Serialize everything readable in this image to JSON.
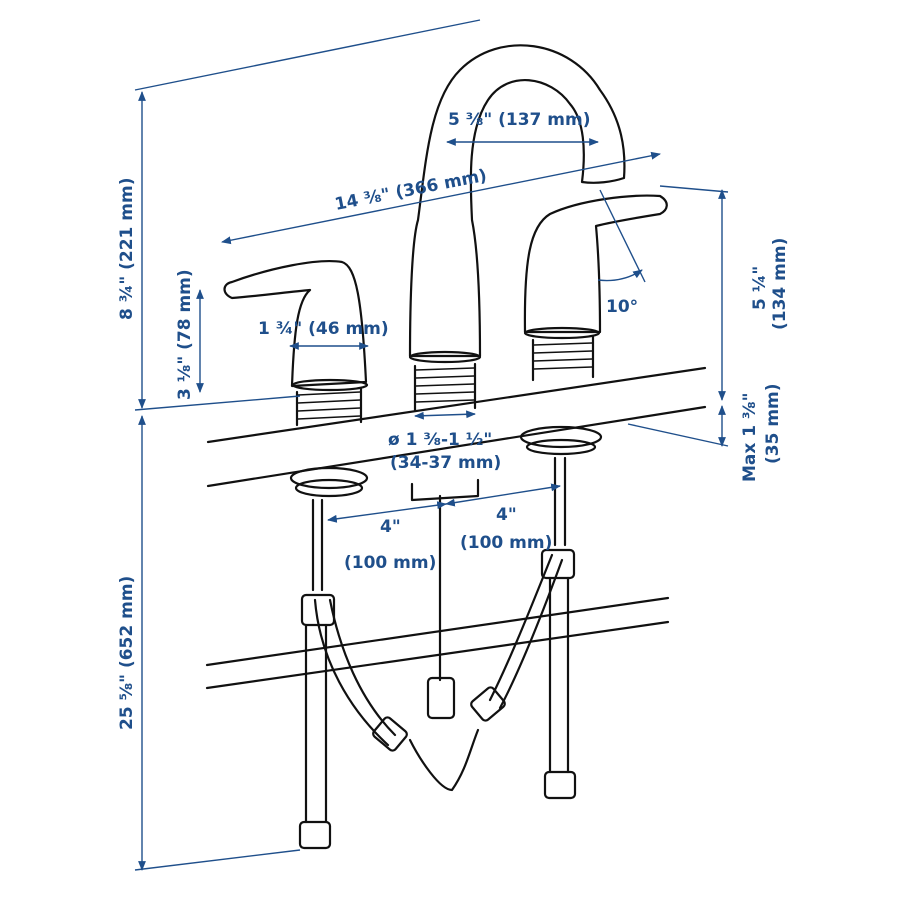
{
  "colors": {
    "ink": "#111111",
    "dimension": "#1f4f8b",
    "background": "#ffffff"
  },
  "dimensions": {
    "spout_reach": "5 ⅜\" (137 mm)",
    "total_width": "14 ⅜\" (366 mm)",
    "total_height": "8 ¾\" (221 mm)",
    "handle_height": "3 ⅛\" (78 mm)",
    "handle_diameter": "1 ¾\" (46 mm)",
    "spout_height": "5 ¼\"",
    "spout_height_mm": "(134 mm)",
    "angle": "10°",
    "max_thickness": "Max 1 ⅜\"",
    "max_thickness_mm": "(35 mm)",
    "hole_diameter": "ø 1 ⅜-1 ½\"",
    "hole_diameter_mm": "(34-37 mm)",
    "spacing_left": "4\"",
    "spacing_left_mm": "(100 mm)",
    "spacing_right": "4\"",
    "spacing_right_mm": "(100 mm)",
    "hose_length": "25 ⅝\" (652 mm)"
  }
}
